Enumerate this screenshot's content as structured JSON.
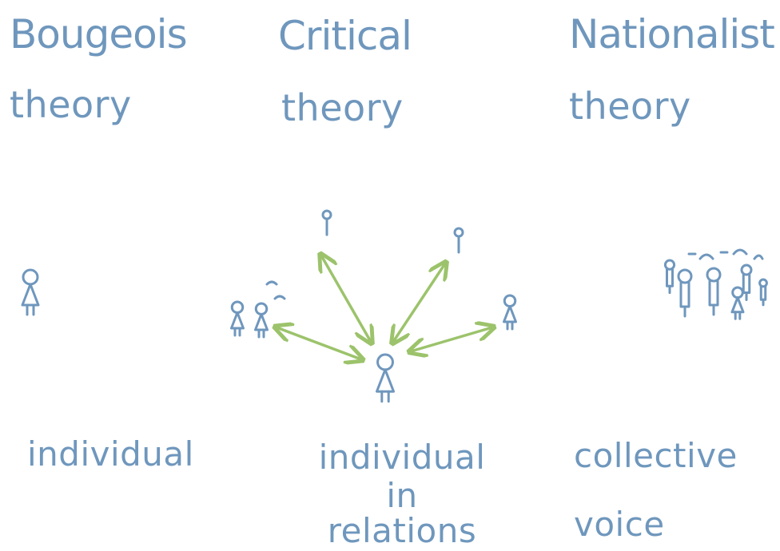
{
  "columns": [
    {
      "title": "Bougeois",
      "subtitle": "theory",
      "caption": [
        "individual"
      ]
    },
    {
      "title": "Critical",
      "subtitle": "theory",
      "caption": [
        "individual",
        "in",
        "relations"
      ]
    },
    {
      "title": "Nationalist",
      "subtitle": "theory",
      "caption": [
        "collective",
        "voice"
      ]
    }
  ],
  "colors": {
    "ink": "#6f97bd",
    "arrow": "#9cc36b",
    "background": "#ffffff"
  }
}
